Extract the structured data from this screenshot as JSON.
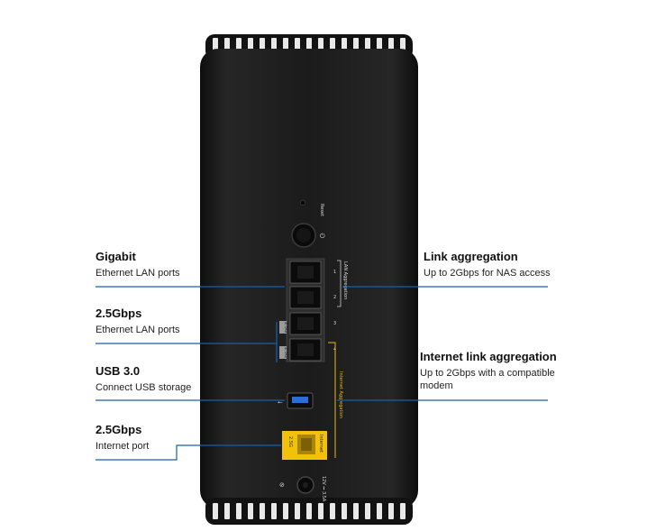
{
  "callouts_left": [
    {
      "title": "Gigabit",
      "subtitle": "Ethernet LAN ports"
    },
    {
      "title": "2.5Gbps",
      "subtitle": "Ethernet LAN ports"
    },
    {
      "title": "USB 3.0",
      "subtitle": "Connect USB storage"
    },
    {
      "title": "2.5Gbps",
      "subtitle": "Internet port"
    }
  ],
  "callouts_right": [
    {
      "title": "Link aggregation",
      "subtitle": "Up to 2Gbps for NAS access"
    },
    {
      "title": "Internet link aggregation",
      "subtitle": "Up to 2Gbps with a compatible modem"
    }
  ],
  "device_labels": {
    "reset": "Reset",
    "lan_aggregation": "LAN Aggregation",
    "internet_aggregation": "Internet Aggregation",
    "port_numbers": [
      "1",
      "2",
      "3",
      "4"
    ],
    "speed_badge_a": "2.5G",
    "speed_badge_b": "2.5G",
    "internet_badge": "2.5G",
    "internet_label": "Internet",
    "power_label": "12V ⎓ 3.5A"
  },
  "colors": {
    "callout_line": "#1a5fa8",
    "device_body": "#1c1c1c",
    "internet_port": "#f2c20a"
  }
}
